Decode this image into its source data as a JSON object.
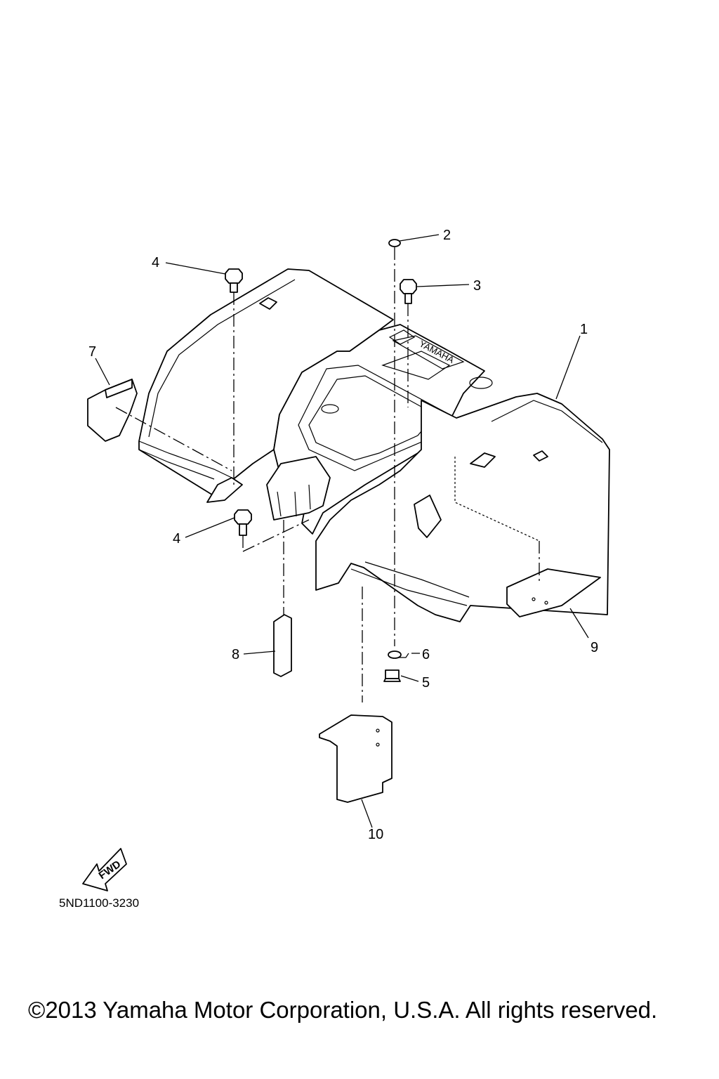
{
  "callouts": {
    "p1": "1",
    "p2": "2",
    "p3": "3",
    "p4a": "4",
    "p4b": "4",
    "p5": "5",
    "p6": "6",
    "p7": "7",
    "p8": "8",
    "p9": "9",
    "p10": "10"
  },
  "fender_logo": "YAMAHA",
  "fwd_label": "FWD",
  "diagram_code": "5ND1100-3230",
  "copyright": "©2013 Yamaha Motor Corporation, U.S.A. All rights reserved."
}
